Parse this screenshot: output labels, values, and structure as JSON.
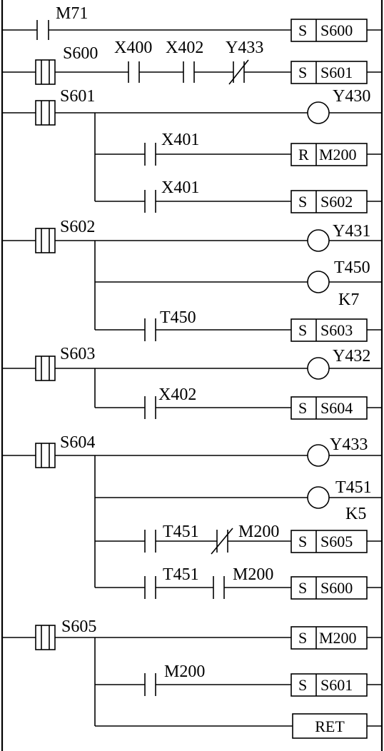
{
  "rungs": {
    "r1": {
      "contact": "M71",
      "coil_op": "S",
      "coil_target": "S600"
    },
    "r2": {
      "step": "S600",
      "contacts": [
        "X400",
        "X402",
        "Y433"
      ],
      "coil_op": "S",
      "coil_target": "S601"
    },
    "r3": {
      "step": "S601",
      "output": "Y430",
      "b1": {
        "contact": "X401",
        "coil_op": "R",
        "coil_target": "M200"
      },
      "b2": {
        "contact": "X401",
        "coil_op": "S",
        "coil_target": "S602"
      }
    },
    "r4": {
      "step": "S602",
      "output": "Y431",
      "timer": "T450",
      "timer_k": "K7",
      "b1": {
        "contact": "T450",
        "coil_op": "S",
        "coil_target": "S603"
      }
    },
    "r5": {
      "step": "S603",
      "output": "Y432",
      "b1": {
        "contact": "X402",
        "coil_op": "S",
        "coil_target": "S604"
      }
    },
    "r6": {
      "step": "S604",
      "output": "Y433",
      "timer": "T451",
      "timer_k": "K5",
      "b1": {
        "contacts": [
          "T451",
          "M200"
        ],
        "coil_op": "S",
        "coil_target": "S605"
      },
      "b2": {
        "contacts": [
          "T451",
          "M200"
        ],
        "coil_op": "S",
        "coil_target": "S600"
      }
    },
    "r7": {
      "step": "S605",
      "coil_op": "S",
      "coil_target": "M200",
      "b1": {
        "contact": "M200",
        "coil_op": "S",
        "coil_target": "S601"
      },
      "ret": "RET"
    }
  },
  "icons": [
    "step-ladder-contact-icon",
    "normally-open-contact-icon",
    "normally-closed-contact-icon",
    "output-coil-icon",
    "set-reset-instruction-box"
  ]
}
